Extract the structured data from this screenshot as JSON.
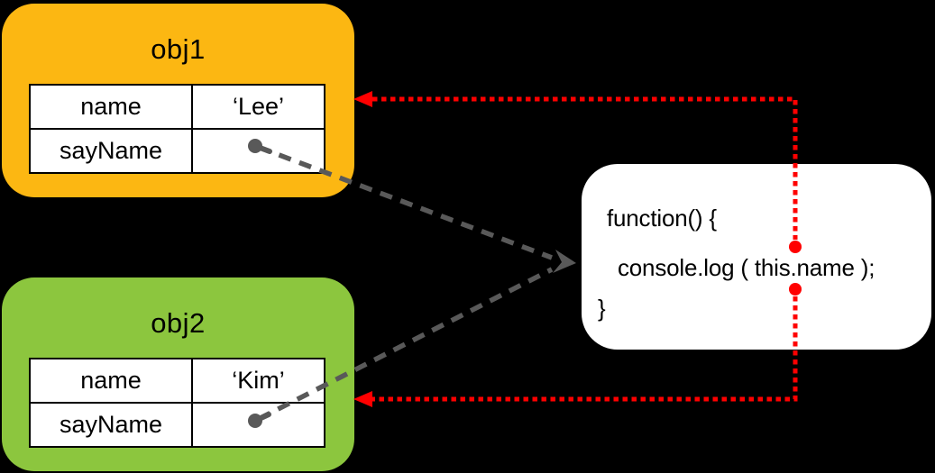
{
  "colors": {
    "background": "#000000",
    "obj1_fill": "#FCB712",
    "obj2_fill": "#8CC63E",
    "function_fill": "#FFFFFF",
    "table_fill": "#FFFFFF",
    "border": "#000000",
    "text": "#000000",
    "reference_red": "#FF0000",
    "pointer_gray": "#595959"
  },
  "obj1": {
    "title": "obj1",
    "rows": [
      {
        "key": "name",
        "value": "‘Lee’"
      },
      {
        "key": "sayName",
        "value": ""
      }
    ]
  },
  "obj2": {
    "title": "obj2",
    "rows": [
      {
        "key": "name",
        "value": "‘Kim’"
      },
      {
        "key": "sayName",
        "value": ""
      }
    ]
  },
  "function_box": {
    "line1": "function() {",
    "line2": "console.log ( this.name );",
    "line3": "}"
  }
}
